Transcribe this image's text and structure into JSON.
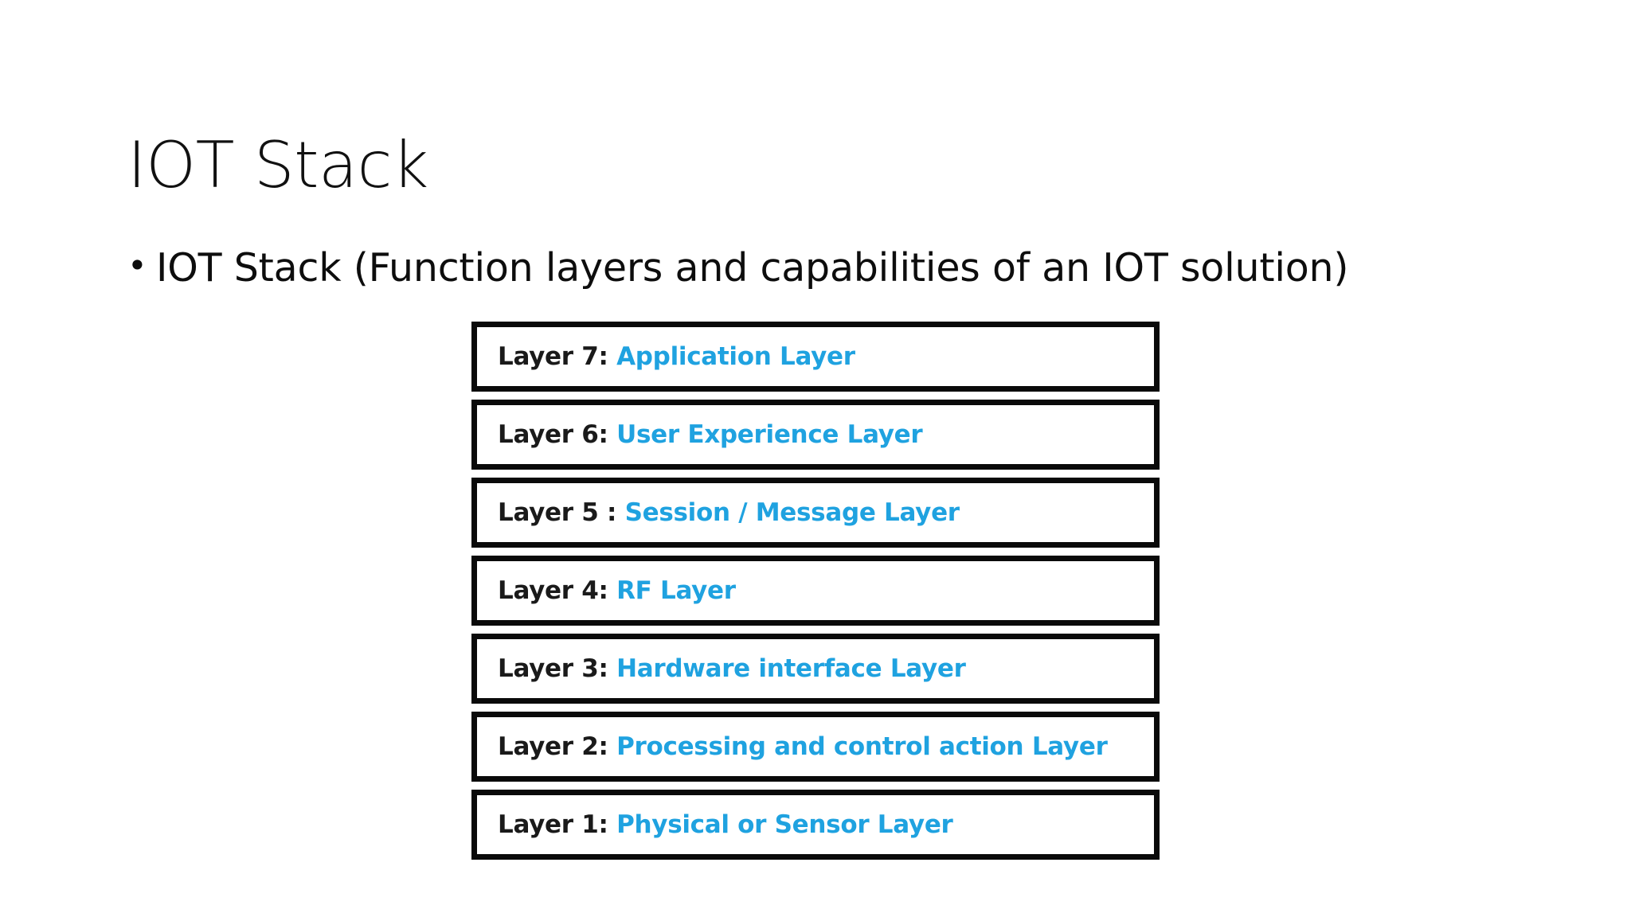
{
  "slide": {
    "title": "IOT Stack",
    "bullets": [
      {
        "marker": "•",
        "text": "IOT Stack (Function layers and capabilities of an IOT solution)"
      }
    ]
  },
  "diagram": {
    "name": "iot-stack-layers",
    "accent_color": "#1FA2E0",
    "border_color": "#0A0A0A",
    "background_color": "#FFFFFF",
    "layers": [
      {
        "prefix": "Layer 7:",
        "name": "Application Layer"
      },
      {
        "prefix": "Layer 6:",
        "name": "User Experience Layer"
      },
      {
        "prefix": "Layer 5 :",
        "name": "Session / Message Layer"
      },
      {
        "prefix": "Layer 4:",
        "name": "RF Layer"
      },
      {
        "prefix": "Layer 3:",
        "name": "Hardware interface Layer"
      },
      {
        "prefix": "Layer 2:",
        "name": "Processing and control action Layer"
      },
      {
        "prefix": "Layer 1:",
        "name": "Physical or Sensor Layer"
      }
    ]
  }
}
